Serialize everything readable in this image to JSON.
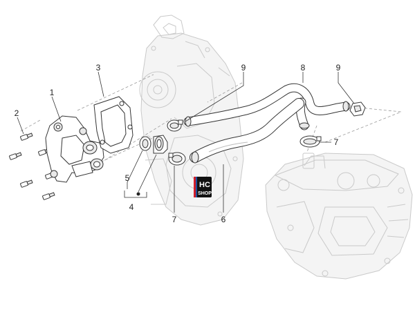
{
  "callouts": {
    "c1": "1",
    "c2": "2",
    "c3": "3",
    "c4": "4",
    "c5": "5",
    "c6": "6",
    "c7a": "7",
    "c7b": "7",
    "c8": "8",
    "c9a": "9",
    "c9b": "9"
  },
  "logo": {
    "line1": "HC",
    "line2": "SHOP",
    "colors": {
      "bg": "#111111",
      "accent_red": "#d21f2b",
      "accent_blue": "#1d4f9c"
    }
  }
}
